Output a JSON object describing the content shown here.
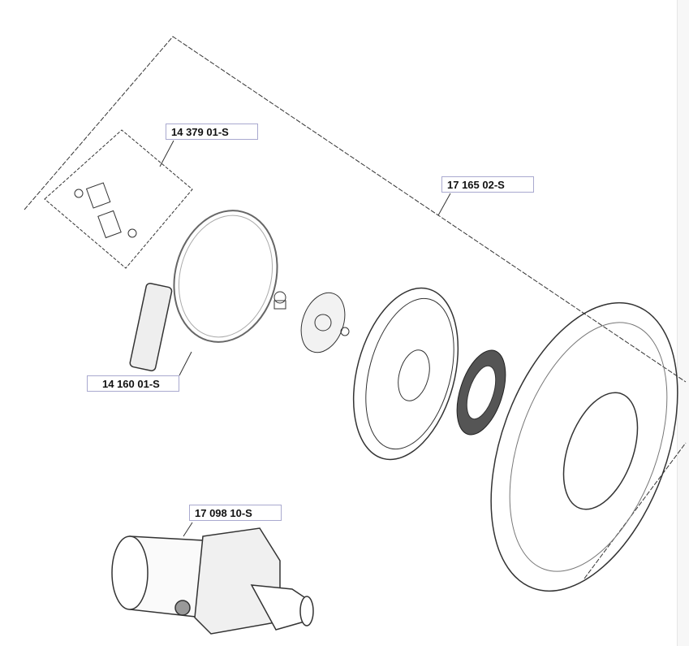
{
  "diagram": {
    "part_labels": [
      {
        "id": "pawl-kit",
        "text": "14 379 01-S"
      },
      {
        "id": "starter-assembly",
        "text": "17 165 02-S"
      },
      {
        "id": "starter-rope-handle",
        "text": "14 160 01-S"
      },
      {
        "id": "electric-starter-motor",
        "text": "17 098 10-S"
      }
    ]
  }
}
